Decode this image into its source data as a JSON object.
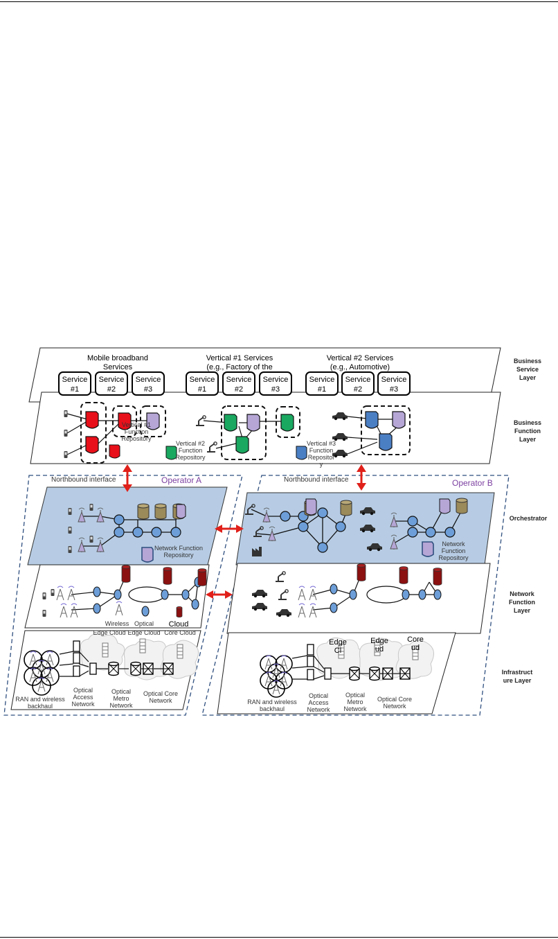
{
  "business_service_layer": {
    "groups": [
      {
        "title_line1": "Mobile broadband",
        "title_line2": "Services",
        "services": [
          "Service",
          "Service",
          "Service"
        ],
        "numbers": [
          "#1",
          "#2",
          "#3"
        ]
      },
      {
        "title_line1": "Vertical #1 Services",
        "title_line2": "(e.g., Factory of the",
        "services": [
          "Service",
          "Service",
          "Service"
        ],
        "numbers": [
          "#1",
          "#2",
          "#3"
        ]
      },
      {
        "title_line1": "Vertical #2 Services",
        "title_line2": "(e.g., Automotive)",
        "services": [
          "Service",
          "Service",
          "Service"
        ],
        "numbers": [
          "#1",
          "#2",
          "#3"
        ]
      }
    ]
  },
  "business_function_layer": {
    "repo1": [
      "Vertical #1",
      "Function",
      "Repository"
    ],
    "repo2": [
      "Vertical #2",
      "Function",
      "Repository"
    ],
    "repo3": [
      "Vertical #3",
      "Function",
      "Repositor",
      "y"
    ]
  },
  "operators": {
    "a": {
      "name": "Operator A",
      "northbound": "Northbound interface",
      "repo": [
        "Network Function",
        "Repository"
      ]
    },
    "b": {
      "name": "Operator B",
      "northbound": "Northbound interface",
      "repo": [
        "Network",
        "Function",
        "Repository"
      ]
    }
  },
  "network_function_layer": {
    "legend": [
      "Wireless",
      "Optical",
      "Cloud"
    ]
  },
  "infrastructure_a": {
    "clouds": [
      "Edge Cloud",
      "Edge Cloud",
      "Core Cloud"
    ],
    "labels": {
      "ran": [
        "RAN and wireless",
        "backhaul"
      ],
      "access": [
        "Optical",
        "Access",
        "Network"
      ],
      "metro": [
        "Optical",
        "Metro",
        "Network"
      ],
      "core": [
        "Optical Core",
        "Network"
      ]
    }
  },
  "infrastructure_b": {
    "clouds": [
      [
        "Edge",
        "Cl"
      ],
      [
        "Edge",
        "ud"
      ],
      [
        "Core",
        "ud"
      ]
    ],
    "labels": {
      "ran": [
        "RAN and wireless",
        "backhaul"
      ],
      "access": [
        "Optical",
        "Access",
        "Network"
      ],
      "metro": [
        "Optical",
        "Metro",
        "Network"
      ],
      "core": [
        "Optical Core",
        "Network"
      ]
    }
  },
  "side_labels": {
    "business_service": [
      "Business",
      "Service",
      "Layer"
    ],
    "business_function": [
      "Business",
      "Function",
      "Layer"
    ],
    "orchestrator": [
      "Orchestrator"
    ],
    "network_function": [
      "Network",
      "Function",
      "Layer"
    ],
    "infrastructure": [
      "Infrastruct",
      "ure Layer"
    ]
  },
  "colors": {
    "red_vnf": "#e8101a",
    "lavender_vnf": "#b5a6d6",
    "green_vnf": "#1aa860",
    "blue_vnf": "#4b7fc4",
    "orchestrator_fill": "#b7cce4",
    "node_blue": "#6d9ed8",
    "cylinder_olive": "#9b8a5a",
    "cylinder_dark_red": "#8b1010",
    "arrow_red": "#e0201a",
    "operator_purple": "#7b3fa0",
    "dash_blue": "#2f4f7f"
  }
}
